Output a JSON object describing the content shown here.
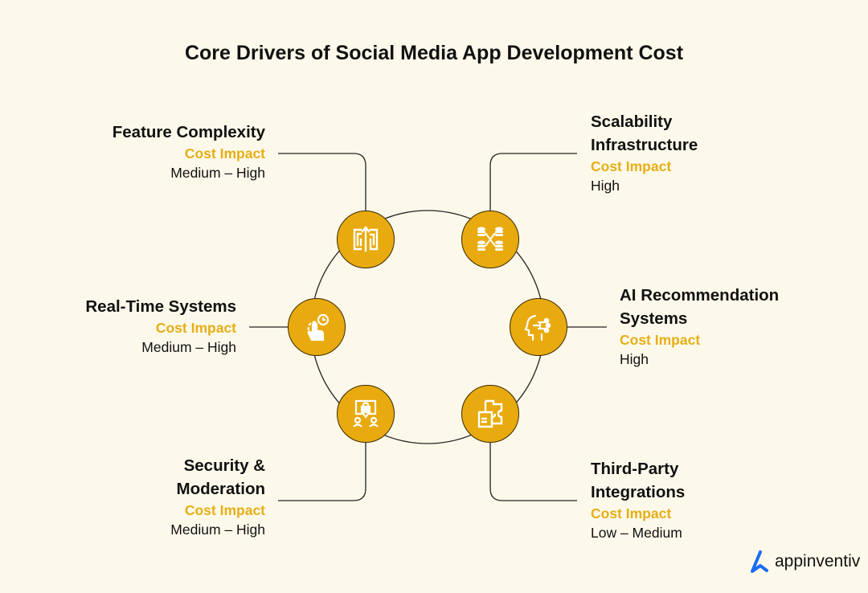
{
  "title": "Core Drivers of Social Media App Development Cost",
  "colors": {
    "background": "#fdf9ea",
    "node_fill": "#e8aa0e",
    "cost_label": "#e6ae17",
    "logo_accent": "#1a6cf5"
  },
  "cost_impact_label": "Cost Impact",
  "drivers": [
    {
      "heading": "Feature Complexity",
      "icon": "maze-icon",
      "cost_label": "Cost Impact",
      "value": "Medium – High"
    },
    {
      "heading_line1": "Scalability",
      "heading_line2": "Infrastructure",
      "icon": "database-network-icon",
      "cost_label": "Cost Impact",
      "value": "High"
    },
    {
      "heading": "Real-Time Systems",
      "icon": "touch-clock-icon",
      "cost_label": "Cost Impact",
      "value": "Medium – High"
    },
    {
      "heading_line1": "AI Recommendation",
      "heading_line2": "Systems",
      "icon": "ai-head-icon",
      "cost_label": "Cost Impact",
      "value": "High"
    },
    {
      "heading_line1": "Security &",
      "heading_line2": "Moderation",
      "icon": "security-users-icon",
      "cost_label": "Cost Impact",
      "value": "Medium – High"
    },
    {
      "heading_line1": "Third-Party",
      "heading_line2": "Integrations",
      "icon": "puzzle-integration-icon",
      "cost_label": "Cost Impact",
      "value": "Low – Medium"
    }
  ],
  "logo": {
    "text": "appinventiv"
  }
}
